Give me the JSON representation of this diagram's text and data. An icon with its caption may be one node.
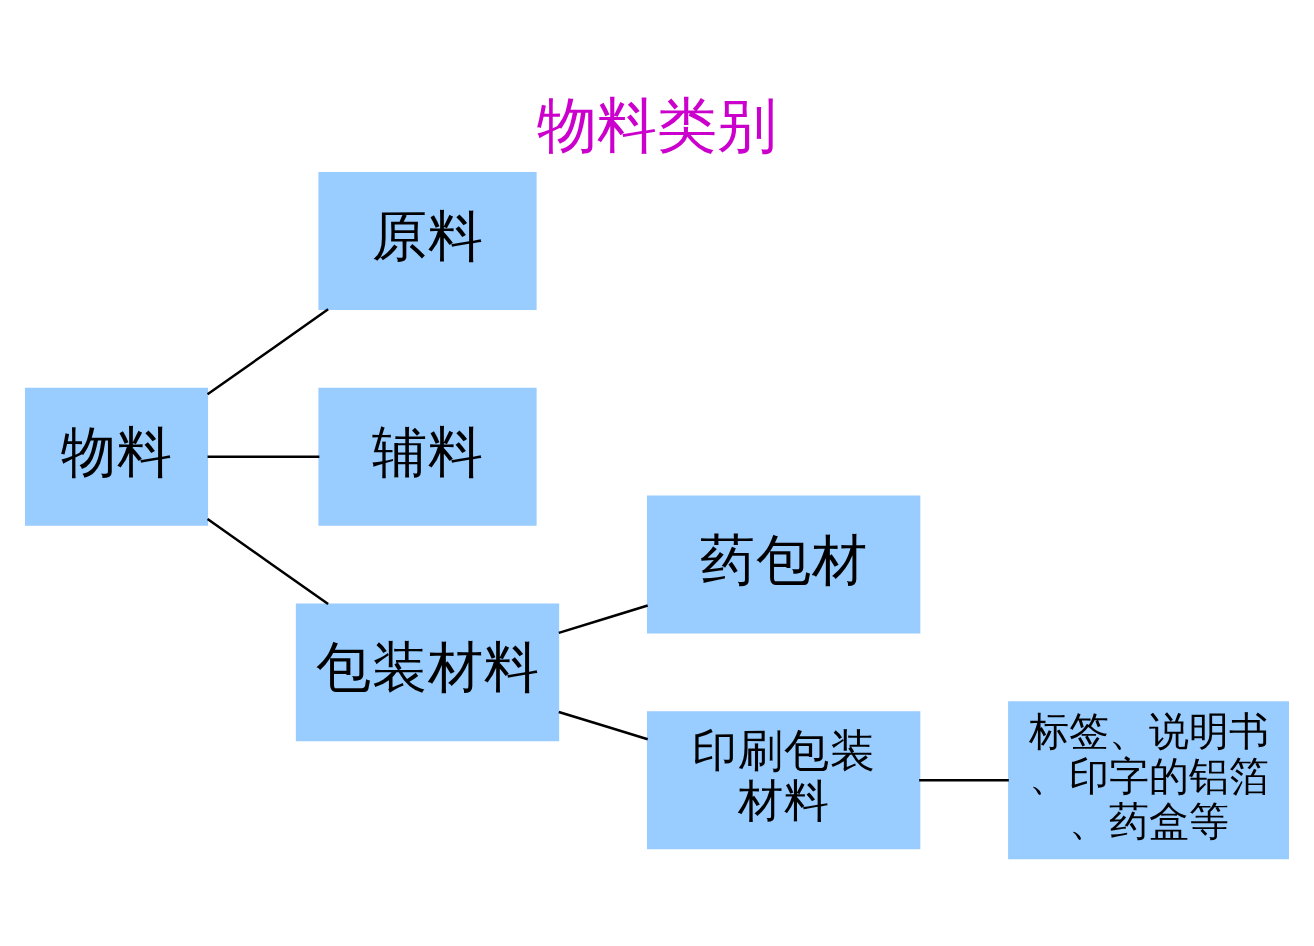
{
  "diagram": {
    "title": "物料类别",
    "nodes": [
      {
        "text": [
          "物料"
        ]
      },
      {
        "text": [
          "原料"
        ]
      },
      {
        "text": [
          "辅料"
        ]
      },
      {
        "text": [
          "包装材料"
        ]
      },
      {
        "text": [
          "药包材"
        ]
      },
      {
        "text": [
          "印刷包装材料"
        ]
      },
      {
        "text": [
          "标签、说明书、印字的铝箔、药盒等"
        ]
      }
    ],
    "edges": [
      {
        "from": 0,
        "to": 1,
        "arrow": "none"
      },
      {
        "from": 0,
        "to": 2,
        "arrow": "none"
      },
      {
        "from": 0,
        "to": 3,
        "arrow": "none"
      },
      {
        "from": 3,
        "to": 4,
        "arrow": "none"
      },
      {
        "from": 3,
        "to": 5,
        "arrow": "none"
      },
      {
        "from": 5,
        "to": 6,
        "arrow": "none"
      }
    ]
  }
}
